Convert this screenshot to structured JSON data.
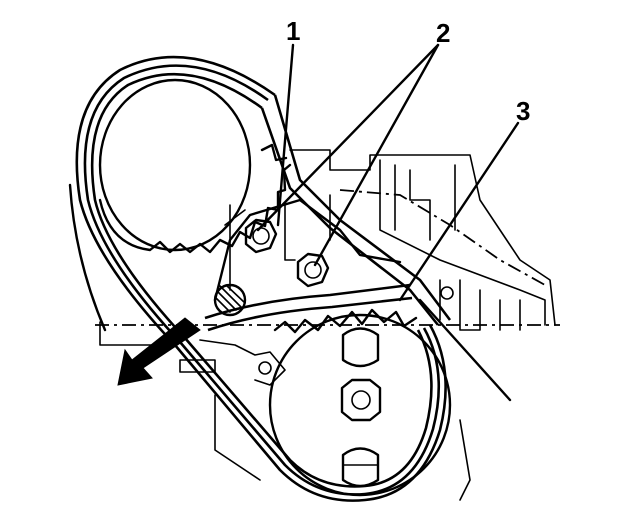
{
  "diagram": {
    "callouts": [
      {
        "id": "c1",
        "label": "1"
      },
      {
        "id": "c2",
        "label": "2"
      },
      {
        "id": "c3",
        "label": "3"
      }
    ],
    "colors": {
      "ink": "#000000",
      "paper": "#ffffff"
    }
  }
}
